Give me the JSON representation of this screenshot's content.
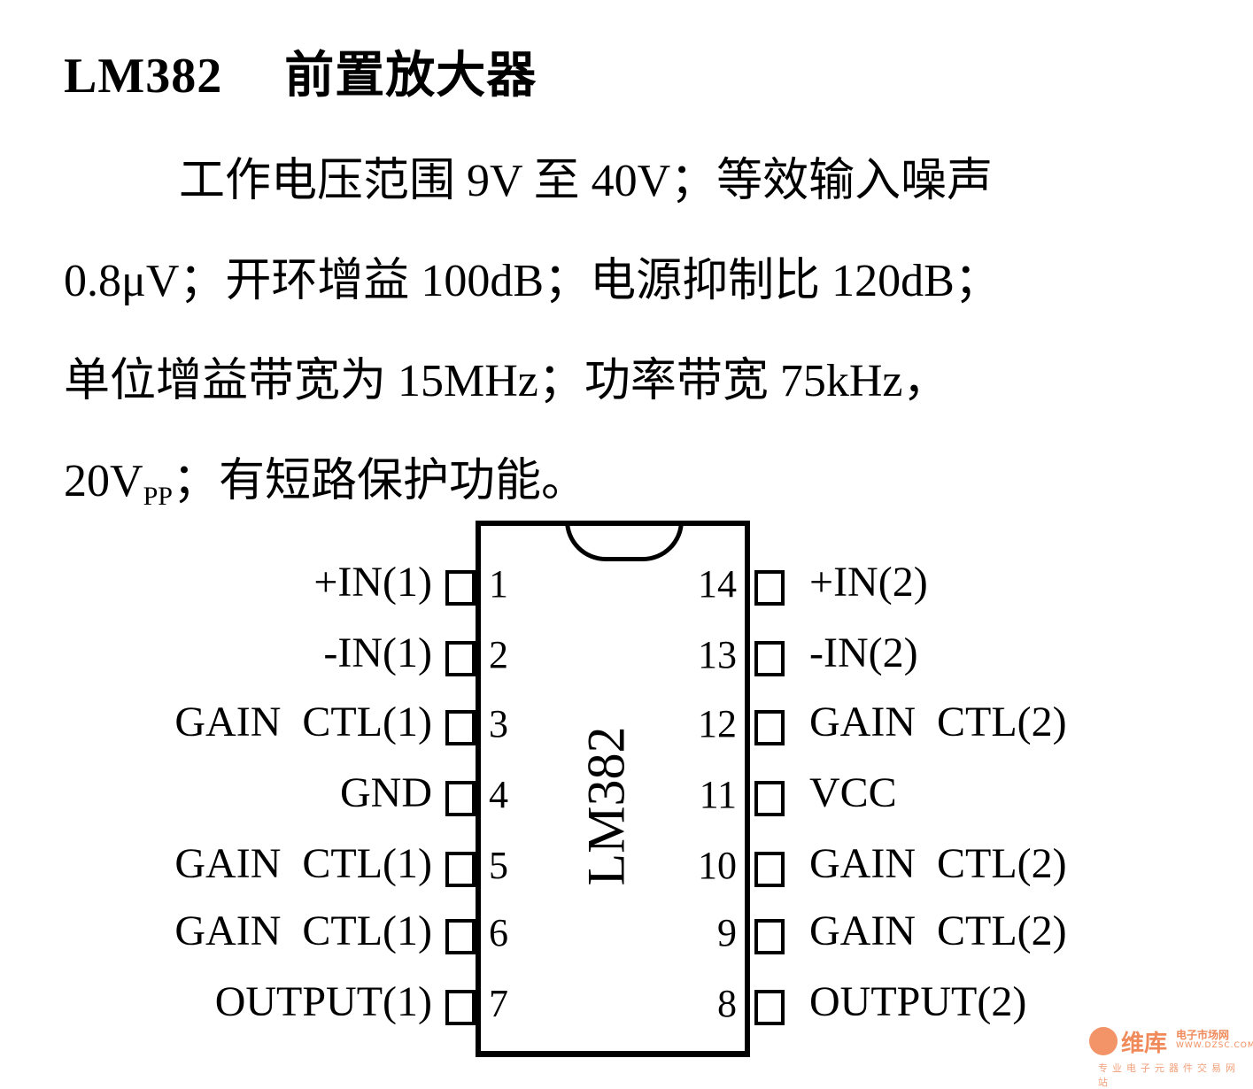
{
  "title": {
    "part": "LM382",
    "name": "前置放大器"
  },
  "description": {
    "lines": [
      "工作电压范围 9V 至 40V；等效输入噪声",
      "0.8μV；开环增益 100dB；电源抑制比 120dB；",
      "单位增益带宽为 15MHz；功率带宽 75kHz，",
      "20V"
    ],
    "line4_sub": "PP",
    "line4_rest": "；有短路保护功能。"
  },
  "specs": {
    "supply_voltage_range": "9V 至 40V",
    "equivalent_input_noise": "0.8μV",
    "open_loop_gain": "100dB",
    "power_supply_rejection_ratio": "120dB",
    "unity_gain_bandwidth": "15MHz",
    "power_bandwidth": "75kHz, 20Vpp",
    "short_circuit_protection": "有"
  },
  "chip": {
    "label": "LM382"
  },
  "pins_left": [
    {
      "num": "1",
      "name": "+IN(1)"
    },
    {
      "num": "2",
      "name": "-IN(1)"
    },
    {
      "num": "3",
      "name": "GAIN  CTL(1)"
    },
    {
      "num": "4",
      "name": "GND"
    },
    {
      "num": "5",
      "name": "GAIN  CTL(1)"
    },
    {
      "num": "6",
      "name": "GAIN  CTL(1)"
    },
    {
      "num": "7",
      "name": "OUTPUT(1)"
    }
  ],
  "pins_right": [
    {
      "num": "14",
      "name": "+IN(2)"
    },
    {
      "num": "13",
      "name": "-IN(2)"
    },
    {
      "num": "12",
      "name": "GAIN  CTL(2)"
    },
    {
      "num": "11",
      "name": "VCC"
    },
    {
      "num": "10",
      "name": "GAIN  CTL(2)"
    },
    {
      "num": "9",
      "name": "GAIN  CTL(2)"
    },
    {
      "num": "8",
      "name": "OUTPUT(2)"
    }
  ],
  "watermark": {
    "brand": "维库",
    "brand2": "电子市场网",
    "url": "WWW.DZSC.COM",
    "tagline": "专业电子元器件交易网站",
    "color": "#f08a5a"
  }
}
